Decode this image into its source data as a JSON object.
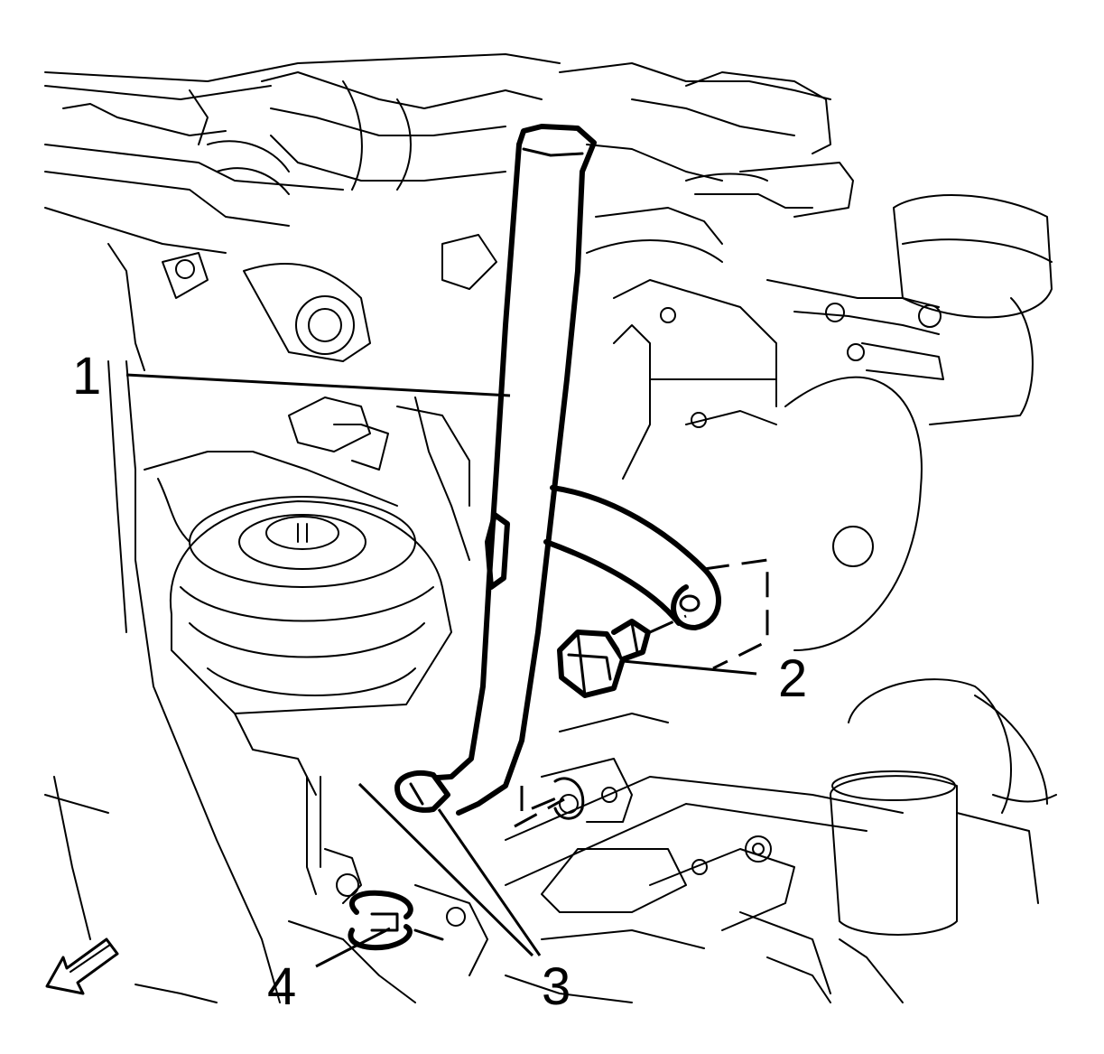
{
  "diagram": {
    "callouts": [
      {
        "id": "1",
        "label": "1"
      },
      {
        "id": "2",
        "label": "2"
      },
      {
        "id": "3",
        "label": "3"
      },
      {
        "id": "4",
        "label": "4"
      }
    ],
    "direction_arrow_icon": "front-direction-arrow-icon",
    "colors": {
      "line": "#000000",
      "background": "#ffffff"
    }
  }
}
